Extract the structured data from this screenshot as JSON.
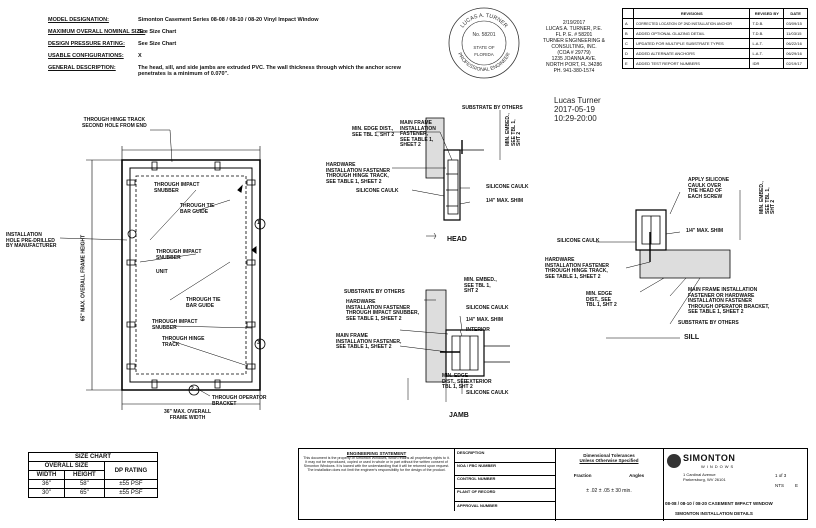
{
  "spec": {
    "rows": [
      {
        "label": "MODEL DESIGNATION:",
        "value": "Simonton Casement Series 08-08 / 08-10 / 08-20 Vinyl Impact Window"
      },
      {
        "label": "MAXIMUM OVERALL NOMINAL SIZE:",
        "value": "See Size Chart"
      },
      {
        "label": "DESIGN PRESSURE RATING:",
        "value": "See Size Chart"
      },
      {
        "label": "USABLE CONFIGURATIONS:",
        "value": "X"
      },
      {
        "label": "GENERAL DESCRIPTION:",
        "value": "The head, sill, and side jambs are extruded PVC. The wall thickness through which the anchor screw penetrates is a minimum of 0.070\"."
      }
    ]
  },
  "seal": {
    "ring_top": "LUCAS A. TURNER",
    "ring_bottom": "PROFESSIONAL ENGINEER",
    "license": "No. 58201",
    "state_line1": "STATE OF",
    "state_line2": "FLORIDA"
  },
  "engineer": {
    "lines": [
      "2/19/2017",
      "LUCAS A. TURNER, P.E.",
      "FL P. E. # 58201",
      "TURNER ENGINEERING &",
      "CONSULTING, INC.",
      "(COA # 29779)",
      "1235 JOANNA AVE.",
      "NORTH PORT, FL 34286",
      "PH. 941-380-1574"
    ],
    "signer": "Lucas Turner",
    "sign_date": "2017-05-19",
    "sign_time": "10:29-20:00"
  },
  "revisions": {
    "headers": [
      "REVISIONS",
      "REVISED BY",
      "DATE"
    ],
    "rows": [
      {
        "num": "A",
        "desc": "CORRECTED LOCATION OF 2ND INSTALLATION ANCHOR",
        "by": "T.D.B.",
        "date": "03/09/15"
      },
      {
        "num": "B",
        "desc": "ADDED OPTIONAL GLAZING DETAIL",
        "by": "T.D.B.",
        "date": "11/03/15"
      },
      {
        "num": "C",
        "desc": "UPDATED FOR MULTIPLE SUBSTRATE TYPES",
        "by": "L.A.T.",
        "date": "06/22/16"
      },
      {
        "num": "D",
        "desc": "ADDED ALTERNATE ANCHORS",
        "by": "L.A.T.",
        "date": "06/29/16"
      },
      {
        "num": "E",
        "desc": "ADDED TEST REPORT NUMBERS",
        "by": "IDR",
        "date": "02/19/17"
      }
    ]
  },
  "elevation": {
    "callouts": {
      "hinge_track": "THROUGH HINGE TRACK\nSECOND HOLE FROM END",
      "impact_snubber_1": "THROUGH IMPACT\nSNUBBER",
      "tie_bar_guide_1": "THROUGH TIE\nBAR GUIDE",
      "impact_snubber_2": "THROUGH IMPACT\nSNUBBER",
      "unit": "UNIT",
      "tie_bar_guide_2": "THROUGH TIE\nBAR GUIDE",
      "impact_snubber_3": "THROUGH IMPACT\nSNUBBER",
      "hinge_track_2": "THROUGH HINGE\nTRACK",
      "operator_bracket": "THROUGH OPERATOR\nBRACKET",
      "install_hole": "INSTALLATION\nHOLE PRE-DRILLED\nBY MANUFACTURER",
      "height_dim": "65\" MAX. OVERALL FRAME HEIGHT",
      "width_dim": "36\" MAX. OVERALL\nFRAME WIDTH"
    },
    "section_marks": [
      "1",
      "2",
      "3"
    ]
  },
  "head": {
    "title": "HEAD",
    "callouts": {
      "substrate": "SUBSTRATE BY OTHERS",
      "edge_dist": "MIN. EDGE DIST.,\nSEE TBL 1, SHT 2",
      "main_frame": "MAIN FRAME\nINSTALLATION\nFASTENER,\nSEE TABLE 1,\nSHEET 2",
      "hardware": "HARDWARE\nINSTALLATION FASTENER\nTHROUGH HINGE TRACK,\nSEE TABLE 1, SHEET 2",
      "caulk_left": "SILICONE CAULK",
      "caulk_right": "SILICONE CAULK",
      "shim": "1/4\" MAX. SHIM",
      "embed": "MIN. EMBED.,\nSEE TBL 1,\nSHT 2"
    }
  },
  "jamb": {
    "title": "JAMB",
    "callouts": {
      "substrate": "SUBSTRATE BY OTHERS",
      "embed": "MIN. EMBED.,\nSEE TBL 1,\nSHT 2",
      "caulk_top": "SILICONE CAULK",
      "shim": "1/4\" MAX. SHIM",
      "hardware": "HARDWARE\nINSTALLATION FASTENER\nTHROUGH IMPACT SNUBBER,\nSEE TABLE 1, SHEET 2",
      "interior": "INTERIOR",
      "main_frame": "MAIN FRAME\nINSTALLATION FASTENER,\nSEE TABLE 1, SHEET 2",
      "exterior": "EXTERIOR",
      "edge_dist": "MIN. EDGE\nDIST., SEE\nTBL 1, SHT 2",
      "caulk_bottom": "SILICONE CAULK"
    }
  },
  "sill": {
    "title": "SILL",
    "callouts": {
      "apply": "APPLY SILICONE\nCAULK OVER\nTHE HEAD OF\nEACH SCREW",
      "caulk": "SILICONE CAULK",
      "shim": "1/4\" MAX. SHIM",
      "embed": "MIN. EMBED.,\nSEE TBL 1,\nSHT 2",
      "hardware": "HARDWARE\nINSTALLATION FASTENER\nTHROUGH HINGE TRACK,\nSEE TABLE 1, SHEET 2",
      "edge_dist": "MIN. EDGE\nDIST., SEE\nTBL 1, SHT 2",
      "main_frame": "MAIN FRAME INSTALLATION\nFASTENER OR HARDWARE\nINSTALLATION FASTENER\nTHROUGH OPERATOR BRACKET,\nSEE TABLE 1, SHEET 2",
      "substrate": "SUBSTRATE BY OTHERS"
    }
  },
  "size_chart": {
    "title": "SIZE CHART",
    "group_header": "OVERALL SIZE",
    "dp_header": "DP RATING",
    "col_width": "WIDTH",
    "col_height": "HEIGHT",
    "rows": [
      {
        "width": "36\"",
        "height": "58\"",
        "dp": "±55 PSF"
      },
      {
        "width": "30\"",
        "height": "65\"",
        "dp": "±55 PSF"
      }
    ]
  },
  "title_block": {
    "engineering_head": "ENGINEERING STATEMENT",
    "engineering_text": "This document is the property of Simonton Windows, which retains all proprietary rights to it. It may not be reproduced, copied or used in whole or in part without the written consent of Simonton Windows. It is loaned with the understanding that it will be returned upon request. The installation does not limit the engineer's responsibility for the design of the product.",
    "info_rows": [
      "DESCRIPTION",
      "NOA / FBC NUMBER",
      "CONTROL NUMBER",
      "PLANT OF RECORD",
      "APPROVAL NUMBER"
    ],
    "dim_tol_title": "Dimensional Tolerances",
    "dim_tol_subtitle": "Unless Otherwise Specified",
    "tol_fraction": "Fraction",
    "tol_angles": "Angles",
    "tol_values": "± .02    ± .05    ± 30 min.",
    "brand": "SIMONTON",
    "brand_sub": "WINDOWS",
    "address": "1 Cardinal Avenue\nParkersburg, WV 26101",
    "drawing_title": "08-08 / 08-10 / 08-20 CASEMENT IMPACT WINDOW",
    "drawing_sub": "SIMONTON INSTALLATION DETAILS",
    "sheet": "1 of 3",
    "scale": "NTS",
    "rev": "E"
  }
}
